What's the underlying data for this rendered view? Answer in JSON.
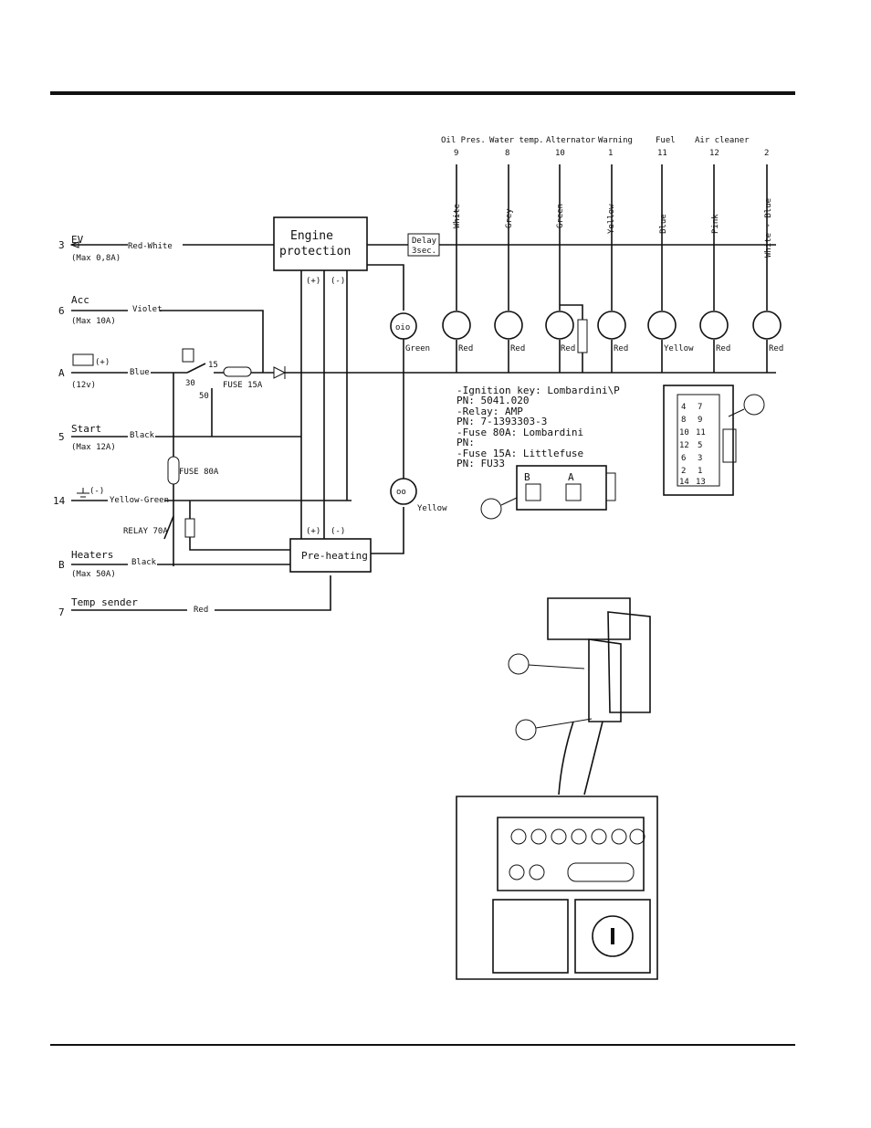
{
  "terminals": [
    {
      "num": "3",
      "name": "EV",
      "rating": "(Max 0,8A)",
      "wire": "Red-White"
    },
    {
      "num": "6",
      "name": "Acc",
      "rating": "(Max 10A)",
      "wire": "Violet"
    },
    {
      "num": "A",
      "name": "(+)",
      "rating": "(12v)",
      "wire": "Blue"
    },
    {
      "num": "5",
      "name": "Start",
      "rating": "(Max 12A)",
      "wire": "Black"
    },
    {
      "num": "14",
      "name": "(-)",
      "rating": "",
      "wire": "Yellow-Green"
    },
    {
      "num": "B",
      "name": "Heaters",
      "rating": "(Max 50A)",
      "wire": "Black"
    },
    {
      "num": "7",
      "name": "Temp sender",
      "rating": "",
      "wire": "Red"
    }
  ],
  "top_outputs": [
    {
      "label": "Oil Pres.",
      "num": "9",
      "wire": "White",
      "lamp": "Red",
      "icon": "oil-can-icon"
    },
    {
      "label": "Water temp.",
      "num": "8",
      "wire": "Grey",
      "lamp": "Red",
      "icon": "thermometer-icon"
    },
    {
      "label": "Alternator",
      "num": "10",
      "wire": "Green",
      "lamp": "Red",
      "icon": "alternator-icon"
    },
    {
      "label": "Warning",
      "num": "1",
      "wire": "Yellow",
      "lamp": "Red",
      "icon": "warning-icon"
    },
    {
      "label": "Fuel",
      "num": "11",
      "wire": "Blue",
      "lamp": "Yellow",
      "icon": "fuel-icon"
    },
    {
      "label": "Air cleaner",
      "num": "12",
      "wire": "Pink",
      "lamp": "Red",
      "icon": "air-cleaner-icon"
    },
    {
      "label": "",
      "num": "2",
      "wire": "White - Blue",
      "lamp": "Red",
      "icon": "alarm-icon"
    }
  ],
  "blocks": {
    "engine_line1": "Engine",
    "engine_line2": "protection",
    "delay_line1": "Delay",
    "delay_line2": "3sec.",
    "preheat": "Pre-heating",
    "plus": "(+)",
    "minus": "(-)"
  },
  "components": {
    "fuse15": "FUSE 15A",
    "fuse80": "FUSE 80A",
    "relay": "RELAY 70A",
    "key_30": "30",
    "key_15": "15",
    "key_50": "50",
    "lamp_green": "Green",
    "lamp_yellow": "Yellow"
  },
  "parts_list": [
    "-Ignition key: Lombardini\\P",
    " PN: 5041.020",
    "-Relay: AMP",
    " PN: 7-1393303-3",
    "-Fuse 80A: Lombardini",
    " PN:",
    "-Fuse 15A: Littlefuse",
    " PN: FU33"
  ],
  "relay_pins": {
    "b": "B",
    "a": "A"
  },
  "connector_pins": [
    "4",
    "7",
    "8",
    "9",
    "10",
    "11",
    "12",
    "5",
    "6",
    "3",
    "2",
    "1",
    "14",
    "13"
  ]
}
